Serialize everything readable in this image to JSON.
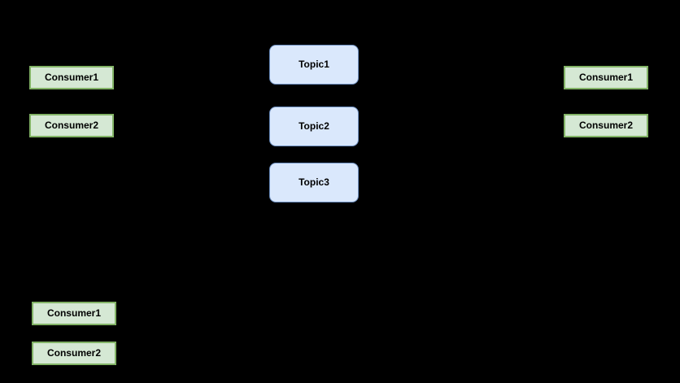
{
  "colors": {
    "canvas_bg": "#000000",
    "topic_fill": "#dae8fc",
    "topic_border": "#6c8ebf",
    "consumer_fill": "#d5e8d4",
    "consumer_border": "#82b366",
    "text_color": "#000000"
  },
  "diagram": {
    "topics": {
      "items": [
        {
          "label": "Topic1"
        },
        {
          "label": "Topic2"
        },
        {
          "label": "Topic3"
        }
      ]
    },
    "left_consumers": {
      "items": [
        {
          "label": "Consumer1"
        },
        {
          "label": "Consumer2"
        }
      ]
    },
    "right_consumers": {
      "items": [
        {
          "label": "Consumer1"
        },
        {
          "label": "Consumer2"
        }
      ]
    },
    "bottom_consumers": {
      "items": [
        {
          "label": "Consumer1"
        },
        {
          "label": "Consumer2"
        }
      ]
    }
  }
}
